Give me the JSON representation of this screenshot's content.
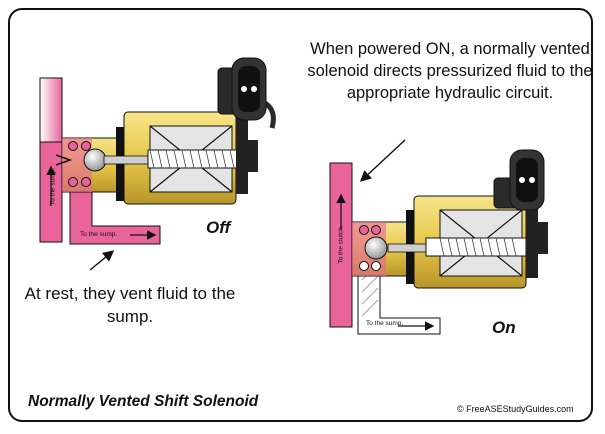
{
  "title": "Normally Vented Shift Solenoid",
  "credit": "© FreeASEStudyGuides.com",
  "annotations": {
    "on_description": "When powered ON, a normally vented solenoid directs pressurized fluid to the appropriate hydraulic circuit.",
    "off_description": "At rest, they vent fluid to the sump."
  },
  "states": {
    "off": "Off",
    "on": "On"
  },
  "labels": {
    "off_sump_vertical": "To the sump.",
    "off_sump_horizontal": "To the sump.",
    "on_clutch": "To the clutch.",
    "on_sump": "To the sump."
  },
  "colors": {
    "fluid": "#e8649b",
    "brass": "#e6c94a",
    "brass_dark": "#b9952a",
    "coil": "#dcdcdc",
    "connector": "#2a2a2a"
  }
}
